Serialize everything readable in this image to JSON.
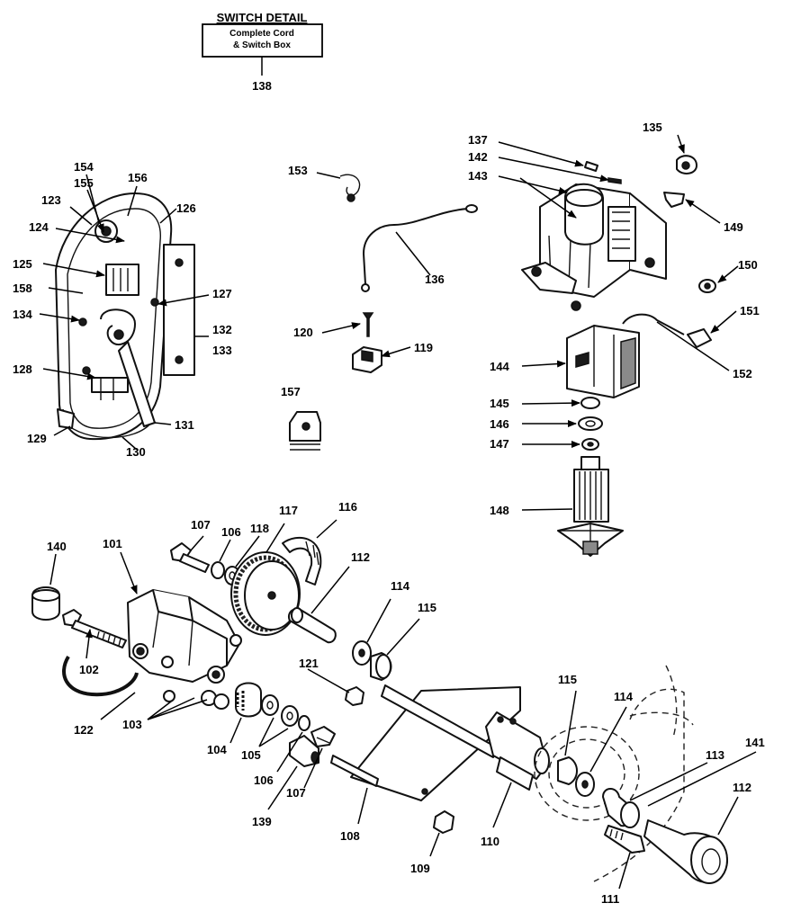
{
  "switch_detail": {
    "title": "SWITCH DETAIL",
    "line1": "Complete Cord",
    "line2": "& Switch Box",
    "part_number": "138"
  },
  "labels": [
    {
      "id": "l154",
      "text": "154"
    },
    {
      "id": "l155",
      "text": "155"
    },
    {
      "id": "l156",
      "text": "156"
    },
    {
      "id": "l123",
      "text": "123"
    },
    {
      "id": "l126",
      "text": "126"
    },
    {
      "id": "l124",
      "text": "124"
    },
    {
      "id": "l125",
      "text": "125"
    },
    {
      "id": "l158",
      "text": "158"
    },
    {
      "id": "l127",
      "text": "127"
    },
    {
      "id": "l134",
      "text": "134"
    },
    {
      "id": "l132",
      "text": "132"
    },
    {
      "id": "l133",
      "text": "133"
    },
    {
      "id": "l128",
      "text": "128"
    },
    {
      "id": "l131",
      "text": "131"
    },
    {
      "id": "l129",
      "text": "129"
    },
    {
      "id": "l130",
      "text": "130"
    },
    {
      "id": "l153",
      "text": "153"
    },
    {
      "id": "l136",
      "text": "136"
    },
    {
      "id": "l120",
      "text": "120"
    },
    {
      "id": "l119",
      "text": "119"
    },
    {
      "id": "l157",
      "text": "157"
    },
    {
      "id": "l137",
      "text": "137"
    },
    {
      "id": "l142",
      "text": "142"
    },
    {
      "id": "l143",
      "text": "143"
    },
    {
      "id": "l135",
      "text": "135"
    },
    {
      "id": "l149",
      "text": "149"
    },
    {
      "id": "l150",
      "text": "150"
    },
    {
      "id": "l151",
      "text": "151"
    },
    {
      "id": "l152",
      "text": "152"
    },
    {
      "id": "l144",
      "text": "144"
    },
    {
      "id": "l145",
      "text": "145"
    },
    {
      "id": "l146",
      "text": "146"
    },
    {
      "id": "l147",
      "text": "147"
    },
    {
      "id": "l148",
      "text": "148"
    },
    {
      "id": "l140",
      "text": "140"
    },
    {
      "id": "l101",
      "text": "101"
    },
    {
      "id": "l107a",
      "text": "107"
    },
    {
      "id": "l106a",
      "text": "106"
    },
    {
      "id": "l118",
      "text": "118"
    },
    {
      "id": "l117",
      "text": "117"
    },
    {
      "id": "l116",
      "text": "116"
    },
    {
      "id": "l112a",
      "text": "112"
    },
    {
      "id": "l114a",
      "text": "114"
    },
    {
      "id": "l115a",
      "text": "115"
    },
    {
      "id": "l102",
      "text": "102"
    },
    {
      "id": "l121",
      "text": "121"
    },
    {
      "id": "l122",
      "text": "122"
    },
    {
      "id": "l103",
      "text": "103"
    },
    {
      "id": "l104",
      "text": "104"
    },
    {
      "id": "l105",
      "text": "105"
    },
    {
      "id": "l106b",
      "text": "106"
    },
    {
      "id": "l107b",
      "text": "107"
    },
    {
      "id": "l139",
      "text": "139"
    },
    {
      "id": "l108",
      "text": "108"
    },
    {
      "id": "l109",
      "text": "109"
    },
    {
      "id": "l110",
      "text": "110"
    },
    {
      "id": "l115b",
      "text": "115"
    },
    {
      "id": "l114b",
      "text": "114"
    },
    {
      "id": "l113",
      "text": "113"
    },
    {
      "id": "l141",
      "text": "141"
    },
    {
      "id": "l112b",
      "text": "112"
    },
    {
      "id": "l111",
      "text": "111"
    }
  ]
}
